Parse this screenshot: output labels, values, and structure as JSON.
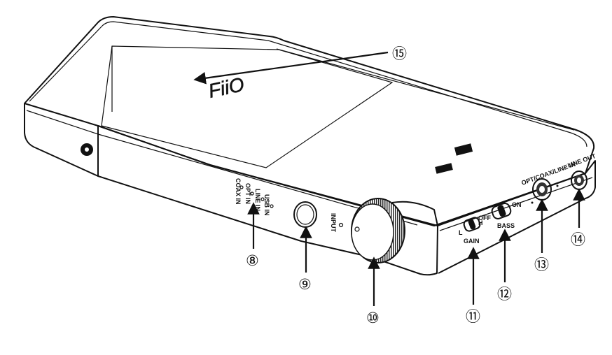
{
  "callouts": {
    "c8": "⑧",
    "c9": "⑨",
    "c10": "⑩",
    "c11": "⑪",
    "c12": "⑫",
    "c13": "⑬",
    "c14": "⑭",
    "c15": "⑮"
  },
  "panel_labels": {
    "usb_in": "USB IN",
    "line_in": "LINE IN",
    "opt_in": "OPT IN",
    "coax_in": "COAX IN",
    "input": "INPUT",
    "gain": "GAIN",
    "gain_l": "L",
    "gain_h": "H",
    "bass": "BASS",
    "bass_off": "OFF",
    "bass_on": "ON",
    "opt_coax_line_in": "OPT/COAX/LINE IN",
    "line_out": "LINE OUT"
  },
  "logo": {
    "text": "FiiO"
  }
}
